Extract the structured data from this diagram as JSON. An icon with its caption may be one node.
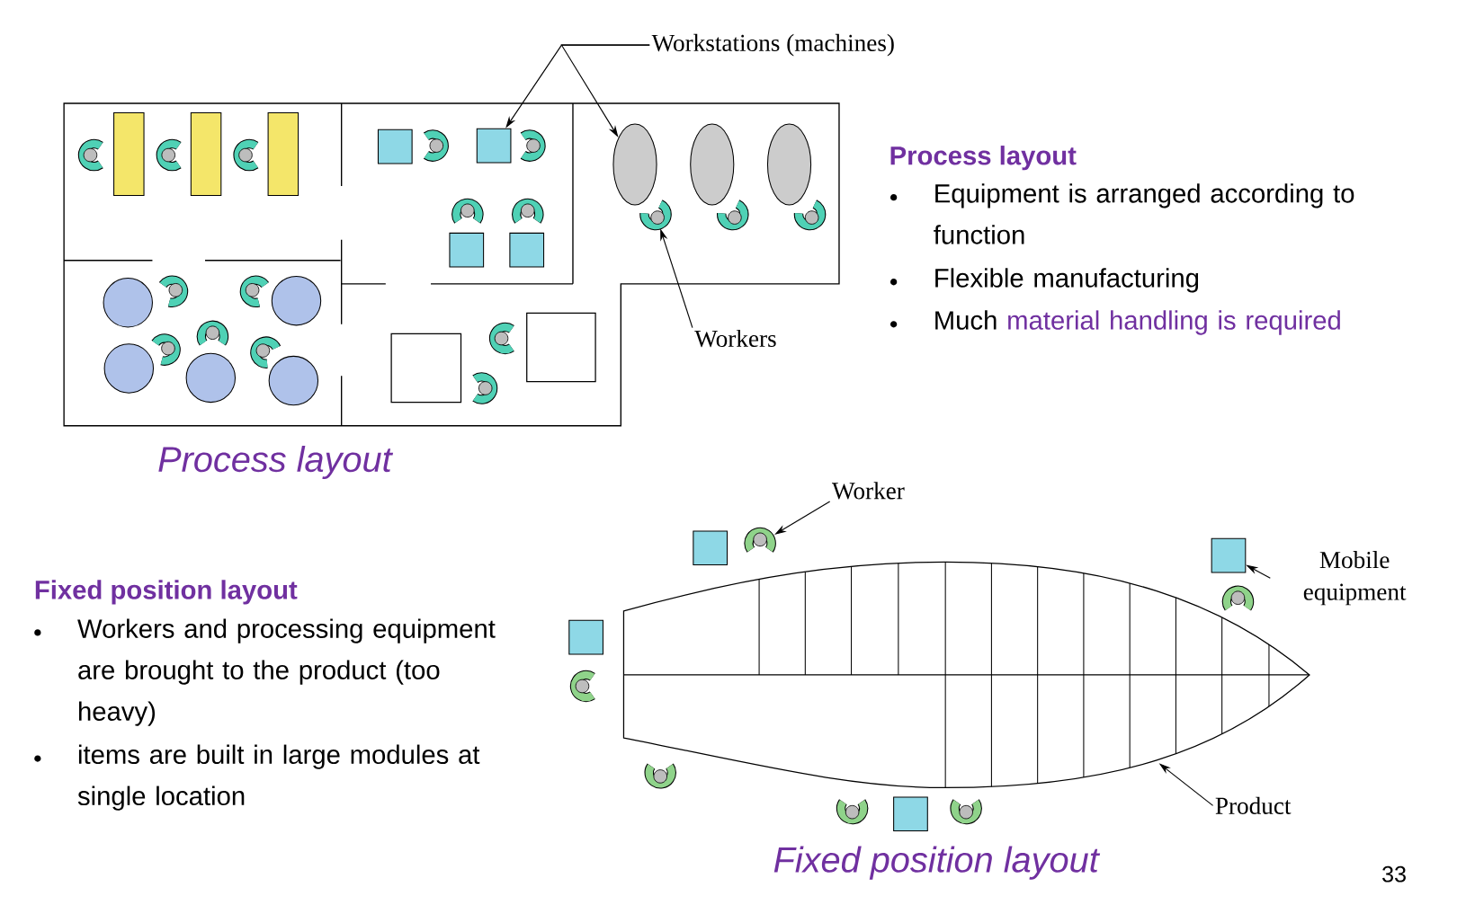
{
  "diagram": {
    "nodes": [
      {
        "text": [
          "Workstations (machines)"
        ]
      },
      {
        "text": [],
        "shape": "box"
      },
      {
        "text": [],
        "shape": "ellipse"
      },
      {
        "text": [
          "Workers"
        ]
      },
      {
        "text": [],
        "shape": "person"
      },
      {
        "text": [
          "Worker"
        ]
      },
      {
        "text": [],
        "shape": "person"
      },
      {
        "text": [
          "Mobile equipment"
        ]
      },
      {
        "text": [],
        "shape": "box"
      },
      {
        "text": [
          "Product"
        ]
      }
    ],
    "edges": [
      {
        "from": 0,
        "to": 1,
        "arrow": "to"
      },
      {
        "from": 0,
        "to": 2,
        "arrow": "to"
      },
      {
        "from": 3,
        "to": 4,
        "arrow": "to"
      },
      {
        "from": 5,
        "to": 6,
        "arrow": "to"
      },
      {
        "from": 7,
        "to": 8,
        "arrow": "to"
      },
      {
        "from": 9,
        "to": null,
        "arrow": "to"
      }
    ],
    "labels": [
      "Process layout",
      "Equipment is arranged according to function",
      "Flexible manufacturing",
      "Much",
      "material handling is required",
      "Process layout",
      "Fixed position layout",
      "Workers and processing equipment are brought to the product (too heavy)",
      "items are built in large modules at single location",
      "Fixed position layout",
      "33"
    ]
  }
}
